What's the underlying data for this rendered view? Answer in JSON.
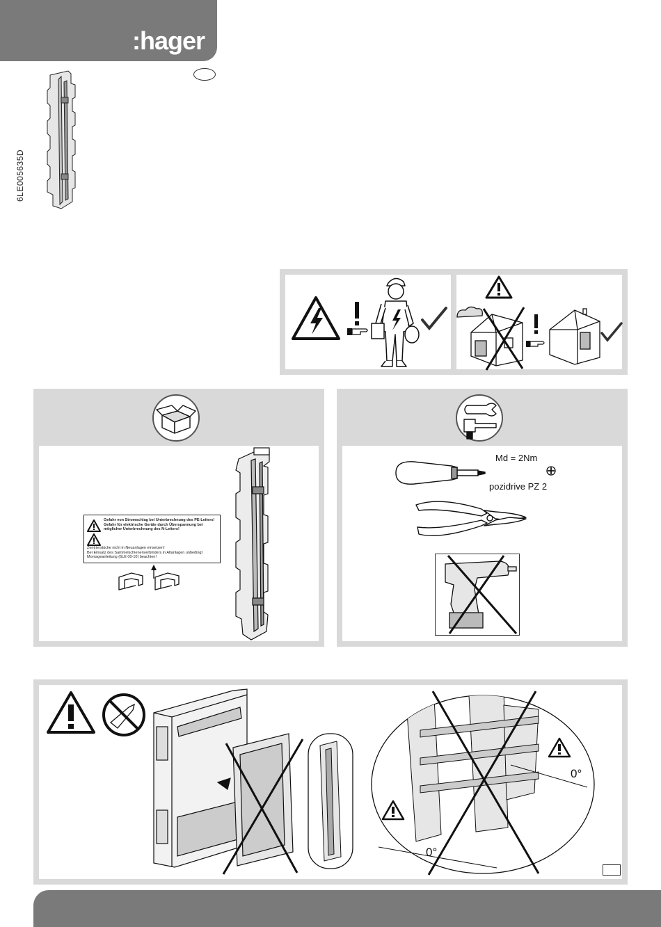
{
  "header": {
    "brand": ":hager",
    "document_code": "6LE005635D"
  },
  "tools": {
    "torque": "Md = 2Nm",
    "screwdriver_type": "pozidrive PZ 2"
  },
  "label_sticker": {
    "line1": "Gefahr von Stromschlag bei Unterbrechnung des PE-Leiters!",
    "line2": "Gefahr für elektrische Geräte durch Überspannung bei möglicher Unterbrechnung des N-Leiters!",
    "line3": "Zentrierstücke nicht in Neuanlagen einsetzen!",
    "line4": "Bei Einsatz des Sammelschienenverbinders in Altanlagen unbedingt Montageanleitung (6LE 00-10) beachten!"
  },
  "angles": {
    "left": "0°",
    "right": "0°"
  },
  "colors": {
    "brand_gray": "#7a7a7a",
    "panel_gray": "#d9d9d9",
    "warning_yellow": "#ffffff",
    "line": "#111111"
  },
  "icons": [
    "electric-hazard-icon",
    "warning-triangle-icon",
    "open-box-icon",
    "tools-icon",
    "no-screwdriver-icon",
    "check-mark-icon"
  ]
}
